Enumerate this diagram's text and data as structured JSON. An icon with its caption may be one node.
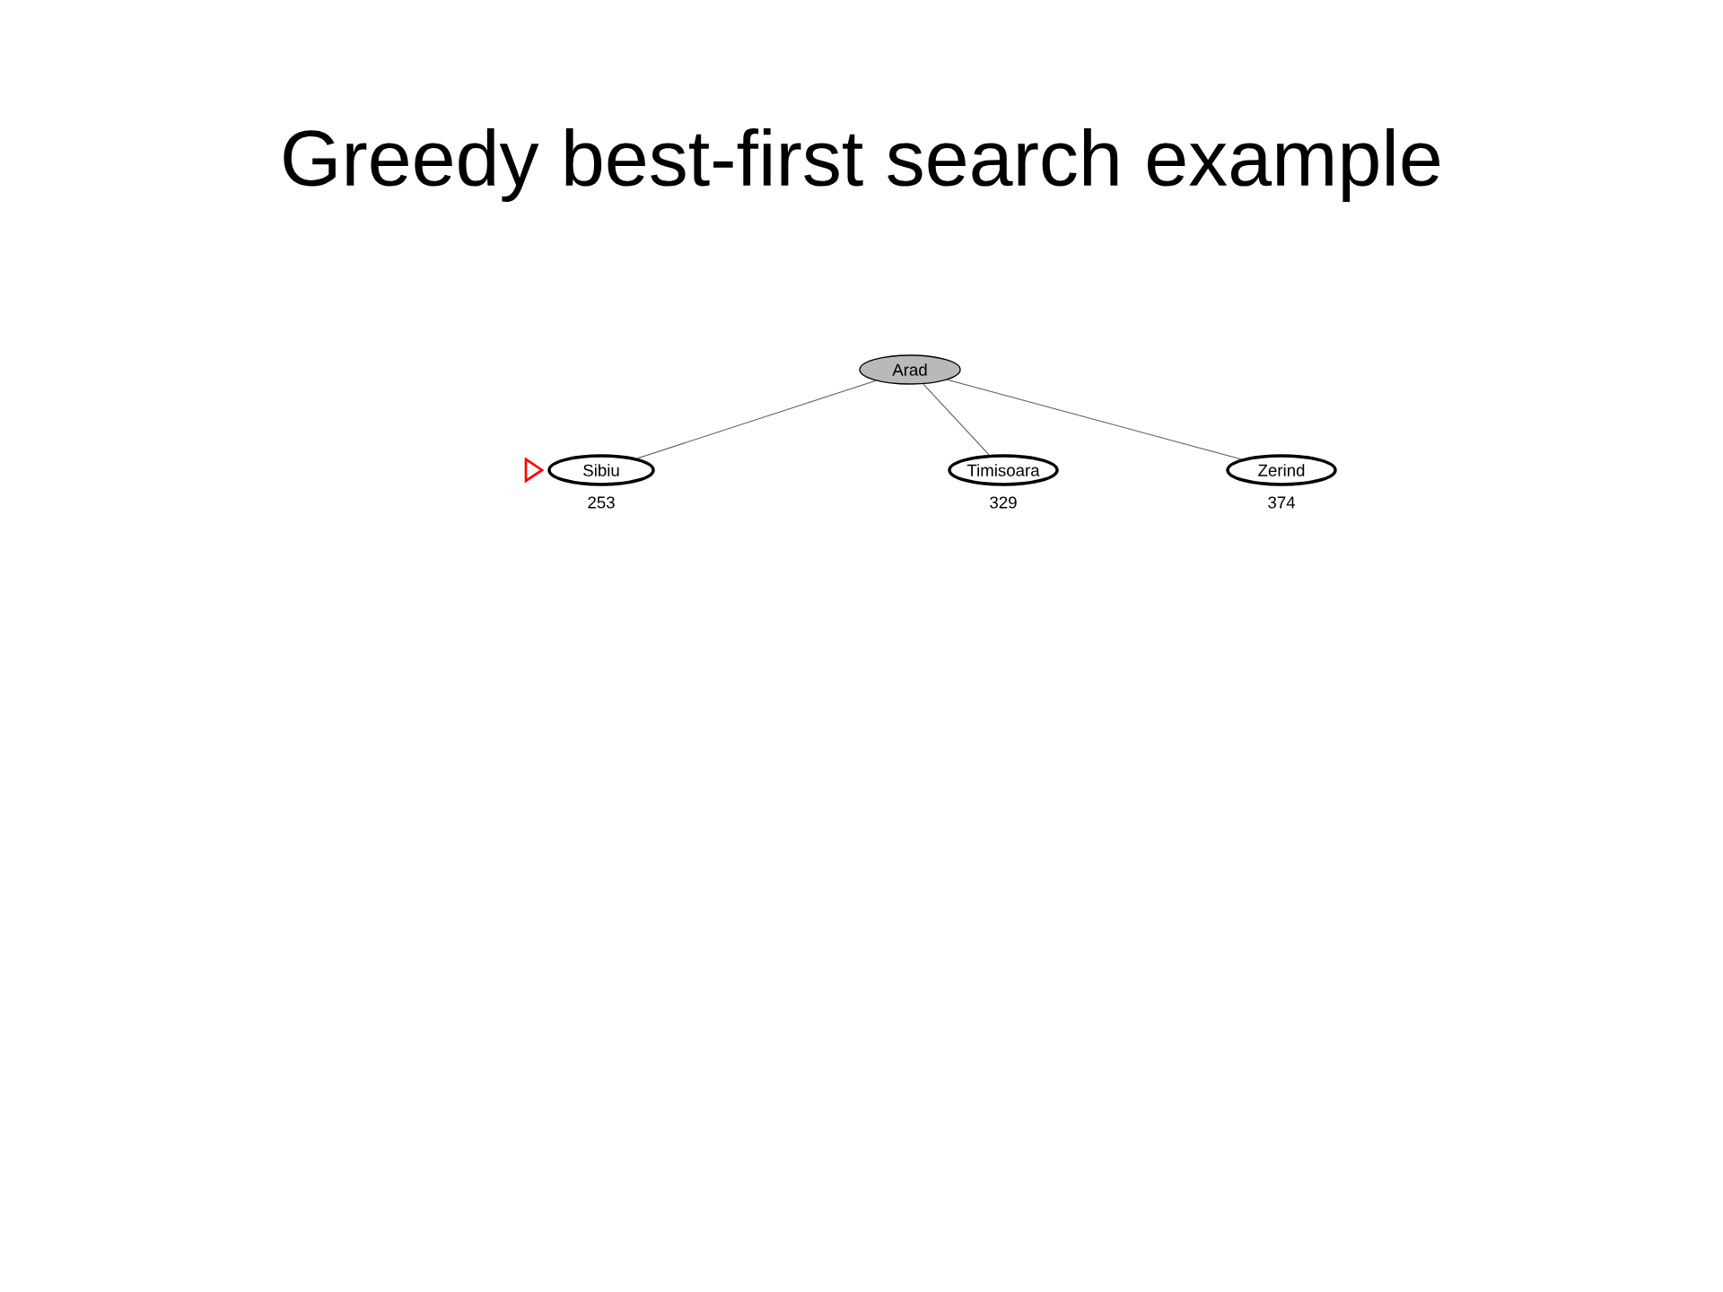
{
  "diagram": {
    "title": "Greedy best-first search example",
    "nodes": [
      {
        "text": [
          "Arad"
        ]
      },
      {
        "text": [
          "Sibiu"
        ],
        "beside": [
          "253"
        ]
      },
      {
        "text": [
          "Timisoara"
        ],
        "beside": [
          "329"
        ]
      },
      {
        "text": [
          "Zerind"
        ],
        "beside": [
          "374"
        ]
      }
    ],
    "edges": [
      {
        "from": 0,
        "to": 1,
        "arrow": "none"
      },
      {
        "from": 0,
        "to": 2,
        "arrow": "none"
      },
      {
        "from": 0,
        "to": 3,
        "arrow": "none"
      }
    ]
  }
}
